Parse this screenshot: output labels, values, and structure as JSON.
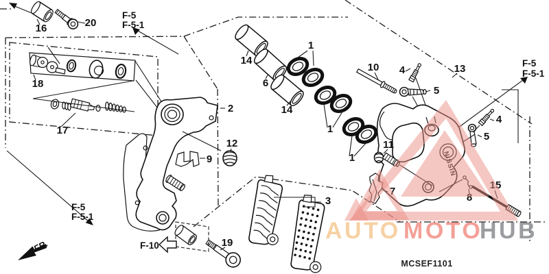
{
  "diagram_code": "MCSEF1101",
  "part_brand_text": "NISSIN",
  "callouts": {
    "c16": "16",
    "c20": "20",
    "c18": "18",
    "c17": "17",
    "c2": "2",
    "c12": "12",
    "c9": "9",
    "c14a": "14",
    "c6": "6",
    "c14b": "14",
    "c1a": "1",
    "c1b": "1",
    "c1c": "1",
    "c10": "10",
    "c4a": "4",
    "c5a": "5",
    "c13": "13",
    "c4b": "4",
    "c5b": "5",
    "c11": "11",
    "c7": "7",
    "c8": "8",
    "c15": "15",
    "c3": "3",
    "c19": "19"
  },
  "ref_labels": {
    "f5": "F-5",
    "f5_sub": "F-5-1",
    "f10": "F-10",
    "front_marker": "FR."
  },
  "watermark": {
    "auto": "AUTO",
    "moto": "MOTO",
    "hub": "HUB",
    "colors": {
      "auto": "#f6cd9b",
      "moto": "#f2968c",
      "hub": "#919396",
      "triangle": "#ec8f88"
    }
  }
}
